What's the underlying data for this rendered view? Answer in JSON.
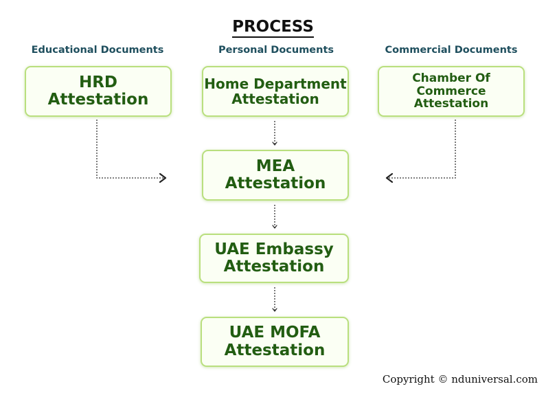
{
  "title": "PROCESS",
  "columns": {
    "educational": "Educational Documents",
    "personal": "Personal Documents",
    "commercial": "Commercial Documents"
  },
  "nodes": {
    "hrd": {
      "line1": "HRD",
      "line2": "Attestation"
    },
    "home_department": {
      "line1": "Home Department",
      "line2": "Attestation"
    },
    "chamber_of_commerce": {
      "line1": "Chamber Of",
      "line2": "Commerce Attestation"
    },
    "mea": {
      "line1": "MEA",
      "line2": "Attestation"
    },
    "uae_embassy": {
      "line1": "UAE Embassy",
      "line2": "Attestation"
    },
    "uae_mofa": {
      "line1": "UAE MOFA",
      "line2": "Attestation"
    }
  },
  "colors": {
    "box_border": "#b9df7e",
    "box_text": "#225d12",
    "column_heading": "#1f4f5e",
    "arrow": "#333333"
  },
  "copyright": "Copyright © nduniversal.com"
}
